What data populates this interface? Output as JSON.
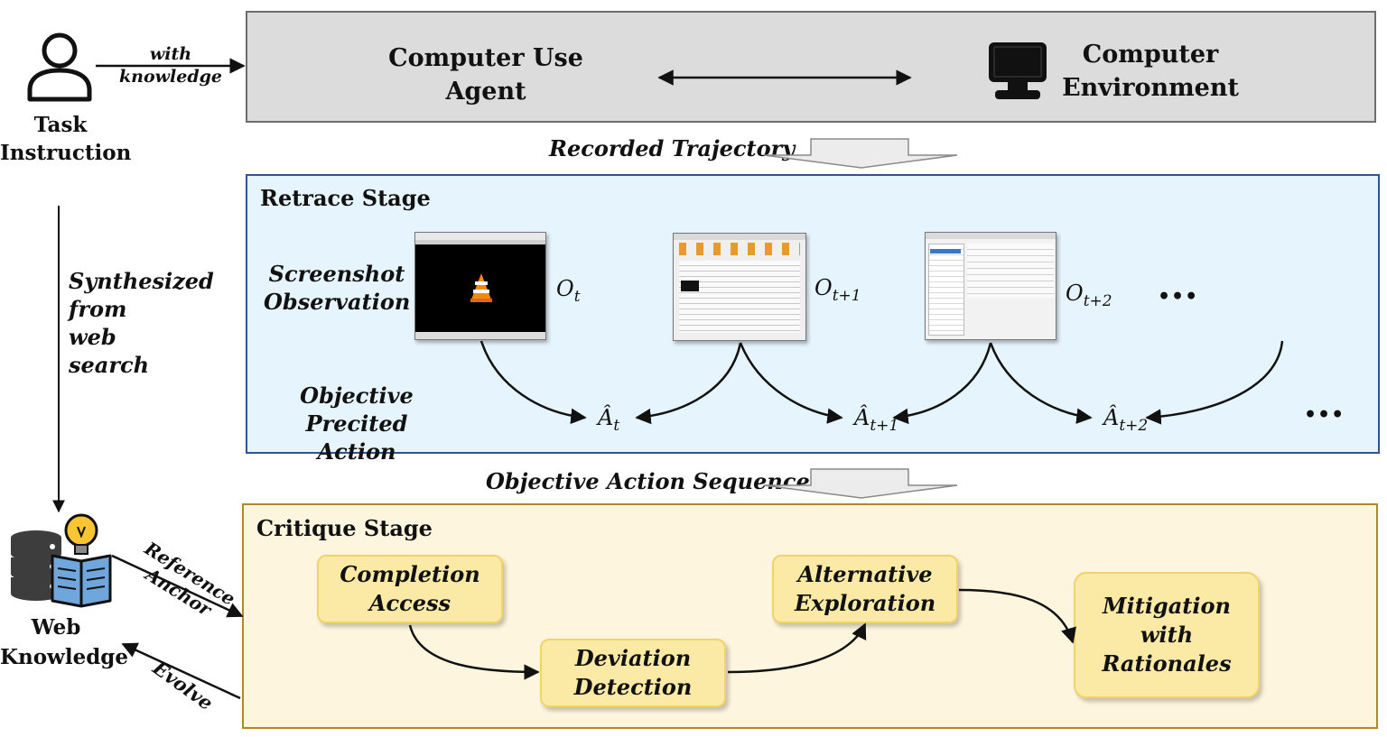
{
  "task": {
    "label": "Task\nInstruction",
    "arrow_label": "with\nknowledge"
  },
  "top": {
    "agent": "Computer Use\nAgent",
    "environment": "Computer\nEnvironment"
  },
  "recorded_trajectory": "Recorded Trajectory",
  "synthesized": "Synthesized\nfrom\nweb\nsearch",
  "retrace": {
    "title": "Retrace Stage",
    "screenshot_label": "Screenshot\nObservation",
    "objective_label": "Objective\nPrecited Action",
    "observations": [
      {
        "base": "O",
        "sub": "t"
      },
      {
        "base": "O",
        "sub": "t+1"
      },
      {
        "base": "O",
        "sub": "t+2"
      }
    ],
    "actions": [
      {
        "base": "Â",
        "sub": "t"
      },
      {
        "base": "Â",
        "sub": "t+1"
      },
      {
        "base": "Â",
        "sub": "t+2"
      }
    ],
    "ellipsis": "•••"
  },
  "objective_action_sequence": "Objective Action Sequence",
  "critique": {
    "title": "Critique Stage",
    "nodes": {
      "completion": "Completion\nAccess",
      "deviation": "Deviation\nDetection",
      "alternative": "Alternative\nExploration",
      "mitigation": "Mitigation\nwith\nRationales"
    }
  },
  "web": {
    "label": "Web\nKnowledge",
    "reference": "Reference\nAnchor",
    "evolve": "Evolve"
  },
  "colors": {
    "top_fill": "#dcdcdc",
    "retrace_fill": "#e6f4fd",
    "retrace_border": "#2f5597",
    "critique_fill": "#fdf5dd",
    "critique_border": "#b08a1e",
    "node_fill": "#fbe9a6"
  }
}
